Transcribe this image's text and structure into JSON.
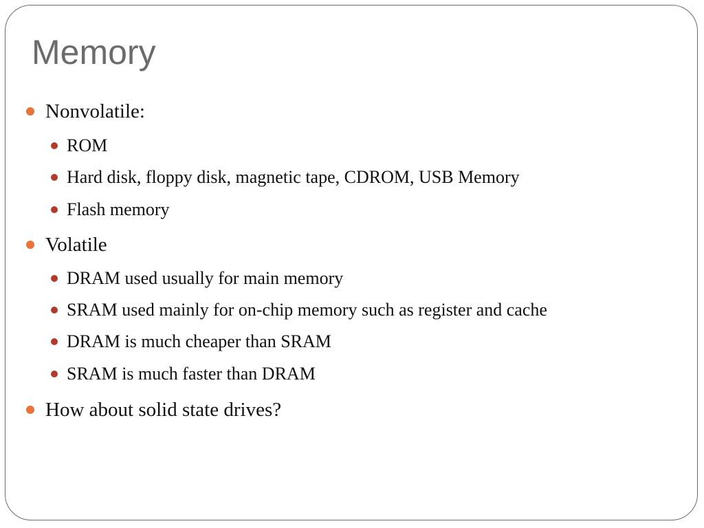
{
  "slide": {
    "title": "Memory",
    "colors": {
      "title": "#6b6b6b",
      "bullet_level1": "#e8743b",
      "bullet_level2": "#b23a2a",
      "text": "#111111",
      "frame": "#6b6b6b"
    },
    "bullets": [
      {
        "text": "Nonvolatile:",
        "children": [
          "ROM",
          "Hard disk, floppy disk, magnetic tape, CDROM, USB Memory",
          "Flash memory"
        ]
      },
      {
        "text": "Volatile",
        "children": [
          "DRAM used usually for main memory",
          "SRAM used mainly for on-chip memory such as register and cache",
          "DRAM is much cheaper than SRAM",
          "SRAM is much faster than DRAM"
        ]
      },
      {
        "text": "How about solid state drives?",
        "children": []
      }
    ]
  }
}
